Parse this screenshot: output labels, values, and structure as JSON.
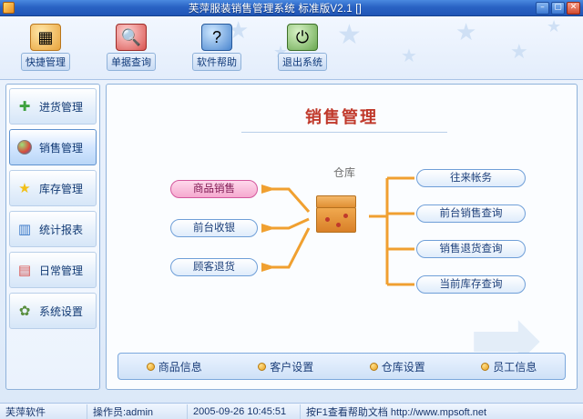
{
  "window": {
    "title": "芙萍服装销售管理系统 标准版V2.1 []",
    "app_icon": "app-icon",
    "buttons": [
      {
        "name": "minimize",
        "glyph": "–"
      },
      {
        "name": "maximize",
        "glyph": "▢"
      },
      {
        "name": "close",
        "glyph": "✕"
      }
    ]
  },
  "toolbar": {
    "items": [
      {
        "label": "快捷管理",
        "icon": "folder-icon"
      },
      {
        "label": "单据查询",
        "icon": "magnifier-icon"
      },
      {
        "label": "软件帮助",
        "icon": "help-icon"
      },
      {
        "label": "退出系统",
        "icon": "exit-icon"
      }
    ]
  },
  "sidebar": {
    "items": [
      {
        "label": "进货管理",
        "icon": "plus-cross-icon",
        "active": false
      },
      {
        "label": "销售管理",
        "icon": "sphere-icon",
        "active": true
      },
      {
        "label": "库存管理",
        "icon": "star-icon",
        "active": false
      },
      {
        "label": "统计报表",
        "icon": "bar-chart-icon",
        "active": false
      },
      {
        "label": "日常管理",
        "icon": "calendar-icon",
        "active": false
      },
      {
        "label": "系统设置",
        "icon": "gear-icon",
        "active": false
      }
    ]
  },
  "main": {
    "title": "销售管理",
    "center_label": "仓库",
    "left_nodes": [
      {
        "label": "商品销售",
        "highlight": true
      },
      {
        "label": "前台收银",
        "highlight": false
      },
      {
        "label": "顾客退货",
        "highlight": false
      }
    ],
    "right_nodes": [
      {
        "label": "往来帐务"
      },
      {
        "label": "前台销售查询"
      },
      {
        "label": "销售退货查询"
      },
      {
        "label": "当前库存查询"
      }
    ],
    "bottom_links": [
      {
        "label": "商品信息"
      },
      {
        "label": "客户设置"
      },
      {
        "label": "仓库设置"
      },
      {
        "label": "员工信息"
      }
    ]
  },
  "statusbar": {
    "company": "芙萍软件",
    "operator": "操作员:admin",
    "datetime": "2005-09-26 10:45:51",
    "help": "按F1查看帮助文档     http://www.mpsoft.net"
  },
  "colors": {
    "title_red": "#c0392b",
    "accent_blue": "#1c3f7a",
    "pill_pink": "#f5a9cf",
    "arrow_orange": "#f0a030"
  }
}
